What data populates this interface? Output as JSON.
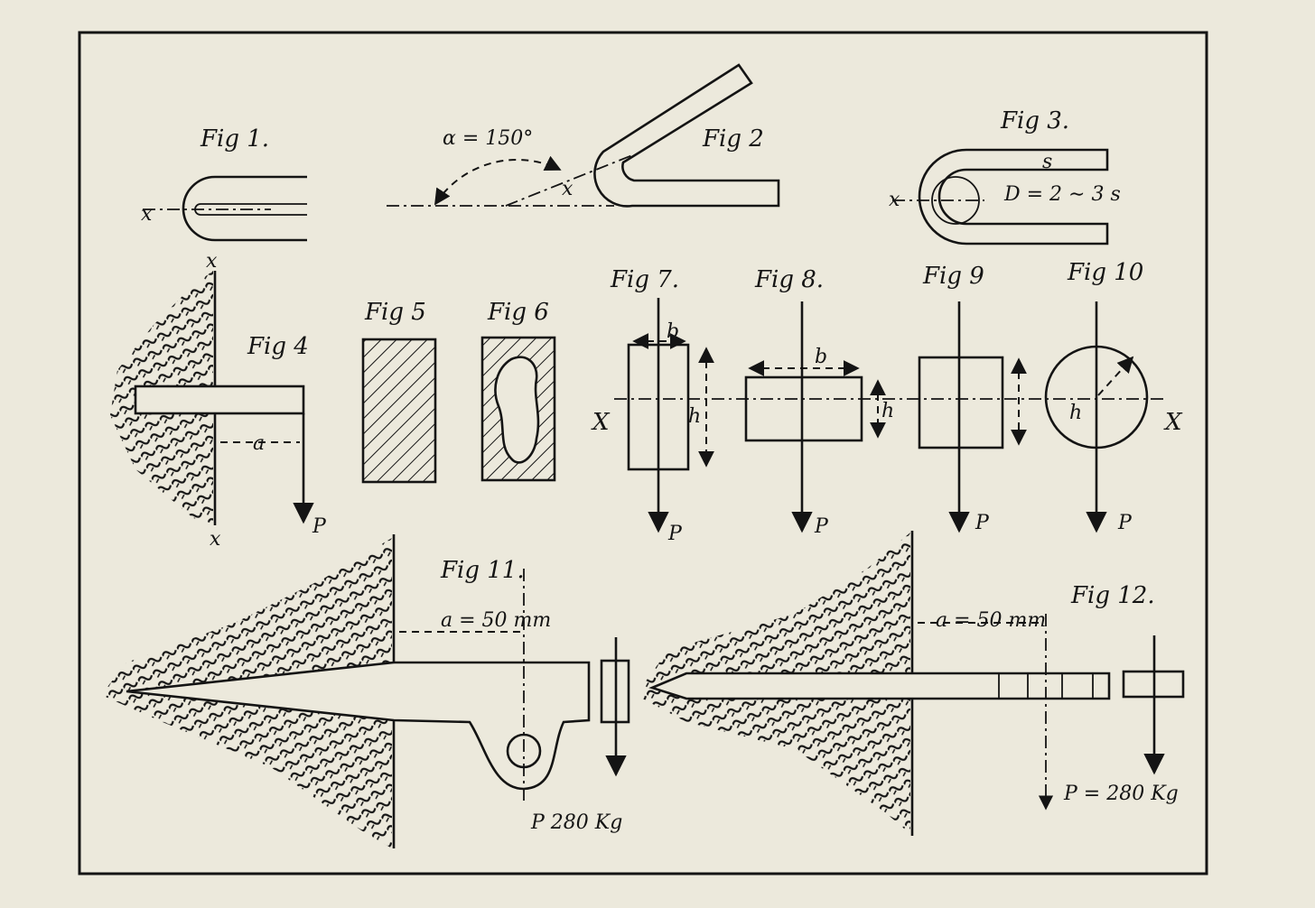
{
  "figure_labels": {
    "fig1": "Fig 1.",
    "fig2": "Fig 2",
    "fig3": "Fig 3.",
    "fig4": "Fig 4",
    "fig5": "Fig 5",
    "fig6": "Fig 6",
    "fig7": "Fig 7.",
    "fig8": "Fig 8.",
    "fig9": "Fig 9",
    "fig10": "Fig 10",
    "fig11": "Fig 11.",
    "fig12": "Fig 12."
  },
  "annotations": {
    "angle": "α = 150°",
    "diameter": "D = 2 ∼ 3 s",
    "s_label": "s",
    "axis_x": "x",
    "axis_X": "X",
    "a": "a",
    "b": "b",
    "h": "h",
    "P": "P",
    "a50_fig11": "a = 50 mm",
    "a50_fig12": "a = 50 mm",
    "load_fig11": "P 280 Kg",
    "load_fig12": "P = 280 Kg"
  }
}
